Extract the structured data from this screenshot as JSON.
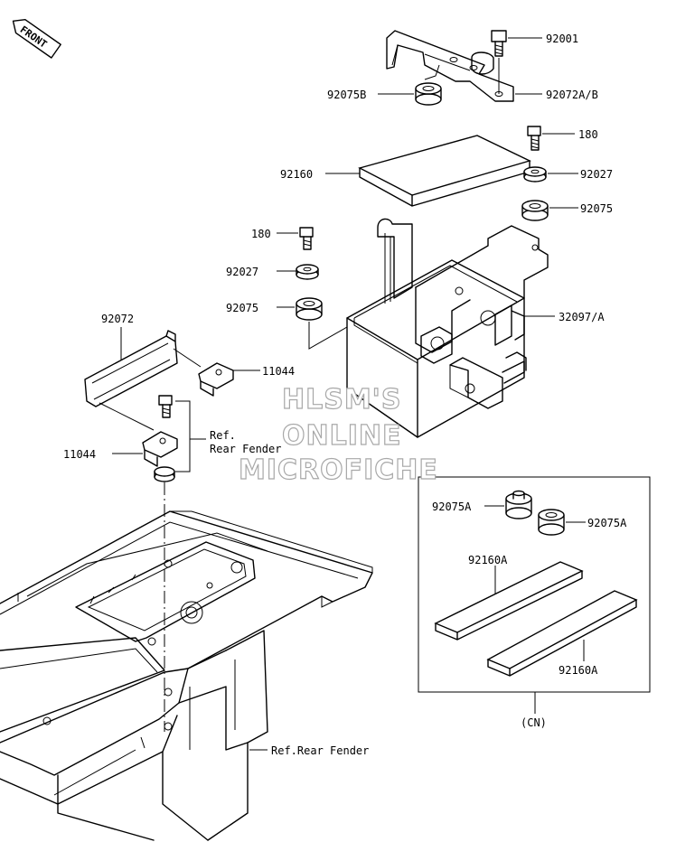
{
  "orientation_label": "FRONT",
  "callouts": {
    "c92001": "92001",
    "c92072ab": "92072A/B",
    "c92075b": "92075B",
    "c180_top": "180",
    "c92160": "92160",
    "c92027_top": "92027",
    "c92075_top": "92075",
    "c180_left": "180",
    "c92027_left": "92027",
    "c92075_left": "92075",
    "c32097a": "32097/A",
    "c92072": "92072",
    "c11044_right": "11044",
    "c11044_left": "11044",
    "ref_fender_line1": "Ref.",
    "ref_fender_line2": "Rear Fender",
    "ref_rear_fender": "Ref.Rear Fender"
  },
  "inset": {
    "c92075a_left": "92075A",
    "c92075a_right": "92075A",
    "c92160a_top": "92160A",
    "c92160a_bottom": "92160A",
    "label": "(CN)"
  },
  "watermark": {
    "line1": "HLSM'S",
    "line2": "ONLINE",
    "line3": "MICROFICHE"
  }
}
